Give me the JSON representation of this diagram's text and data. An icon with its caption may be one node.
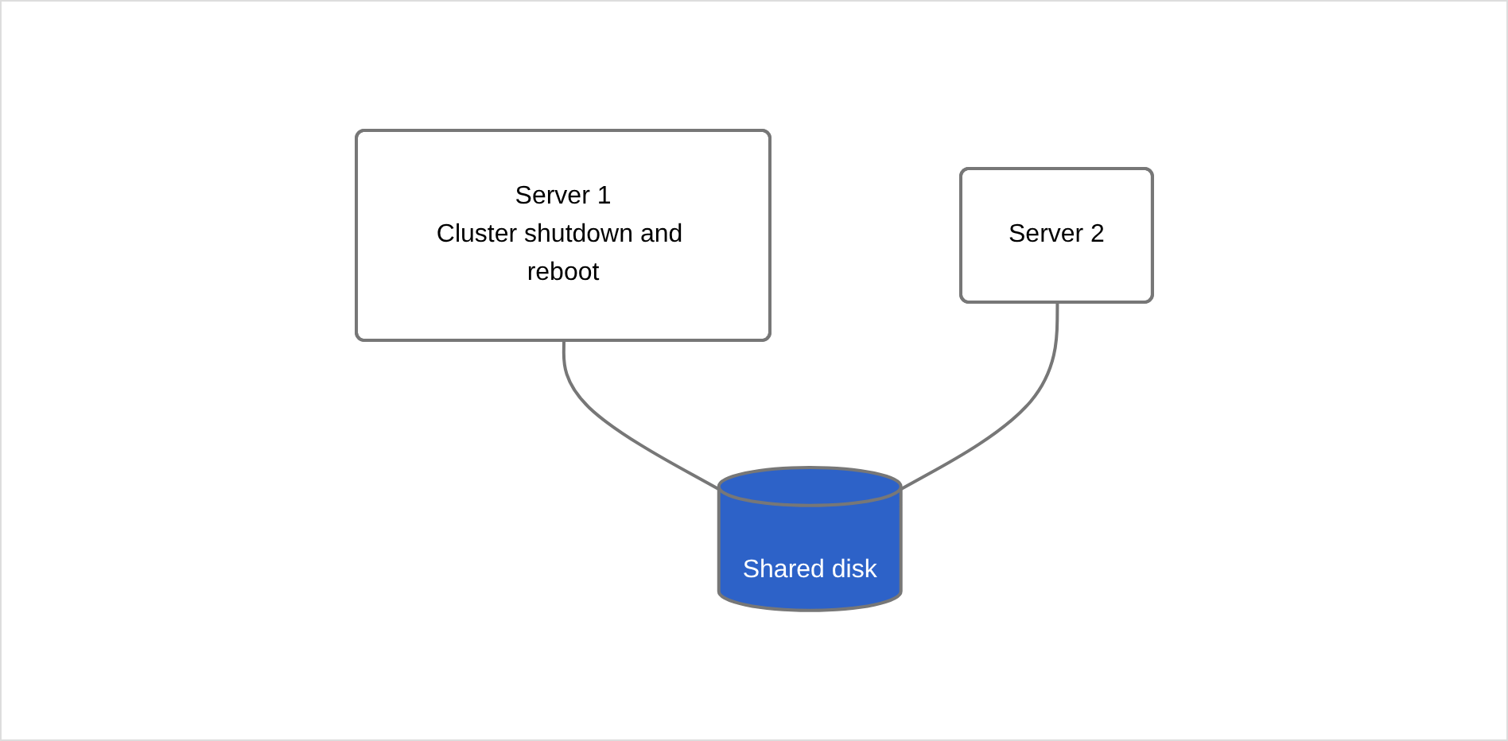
{
  "diagram": {
    "nodes": [
      {
        "text": [
          "Server 1",
          "Cluster shutdown and reboot"
        ]
      },
      {
        "text": [
          "Server 2"
        ]
      },
      {
        "text": [
          "Shared disk"
        ]
      }
    ],
    "edges": [
      {
        "from": 0,
        "to": 2,
        "arrow": "none"
      },
      {
        "from": 1,
        "to": 2,
        "arrow": "none"
      }
    ]
  }
}
